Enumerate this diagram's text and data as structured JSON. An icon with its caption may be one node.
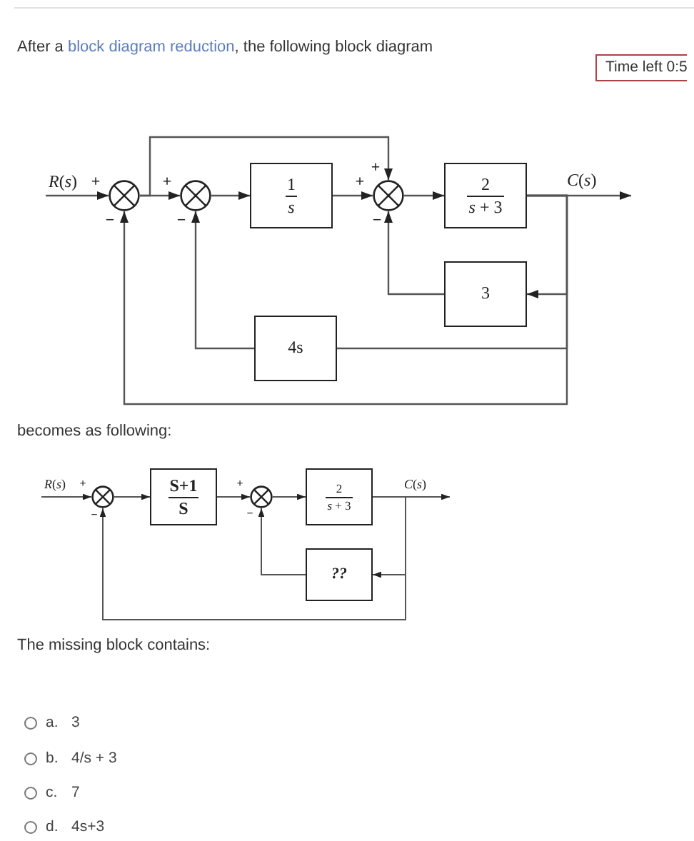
{
  "diagram": {
    "nodes": [
      {
        "text": [],
        "shape": "circle",
        "beside": [
          "+",
          "−"
        ]
      },
      {
        "text": [],
        "shape": "circle",
        "beside": [
          "+",
          "−"
        ]
      },
      {
        "text": [
          "1",
          "*s*"
        ]
      },
      {
        "text": [],
        "shape": "circle",
        "beside": [
          "+",
          "+",
          "−"
        ]
      },
      {
        "text": [
          "2",
          "*s* + 3"
        ]
      },
      {
        "text": [
          "3"
        ]
      },
      {
        "text": [
          "4s"
        ]
      },
      {
        "text": [],
        "shape": "circle",
        "beside": [
          "+",
          "−"
        ]
      },
      {
        "text": [
          "S+1",
          "S"
        ]
      },
      {
        "text": [],
        "shape": "circle",
        "beside": [
          "+",
          "−"
        ]
      },
      {
        "text": [
          "2",
          "*s* + 3"
        ]
      },
      {
        "text": [
          "??"
        ]
      }
    ],
    "edges": [
      {
        "from": null,
        "to": 0,
        "arrow": "to",
        "label": "*R*(*s*)"
      },
      {
        "from": 0,
        "to": 1,
        "arrow": "to"
      },
      {
        "from": 0,
        "to": 3,
        "arrow": "to"
      },
      {
        "from": 1,
        "to": 2,
        "arrow": "to"
      },
      {
        "from": 2,
        "to": 3,
        "arrow": "to"
      },
      {
        "from": 3,
        "to": 4,
        "arrow": "to"
      },
      {
        "from": 4,
        "to": null,
        "arrow": "to",
        "label": "*C*(*s*)"
      },
      {
        "from": 4,
        "to": 5,
        "arrow": "to"
      },
      {
        "from": 4,
        "to": 6,
        "arrow": "none"
      },
      {
        "from": 4,
        "to": 0,
        "arrow": "to"
      },
      {
        "from": 5,
        "to": 3,
        "arrow": "to"
      },
      {
        "from": 6,
        "to": 1,
        "arrow": "to"
      },
      {
        "from": null,
        "to": 7,
        "arrow": "to",
        "label": "*R*(*s*)"
      },
      {
        "from": 7,
        "to": 8,
        "arrow": "to"
      },
      {
        "from": 8,
        "to": 9,
        "arrow": "to"
      },
      {
        "from": 9,
        "to": 10,
        "arrow": "to"
      },
      {
        "from": 10,
        "to": null,
        "arrow": "to",
        "label": "*C*(*s*)"
      },
      {
        "from": 10,
        "to": 11,
        "arrow": "to"
      },
      {
        "from": 10,
        "to": 7,
        "arrow": "to"
      },
      {
        "from": 11,
        "to": 9,
        "arrow": "to"
      }
    ],
    "labels": [
      "After a",
      "block diagram reduction",
      ", the following block diagram",
      "Time left 0:5",
      "becomes as following:",
      "The missing block contains:",
      "a.",
      "3",
      "b.",
      "4/s + 3",
      "c.",
      "7",
      "d.",
      "4s+3"
    ]
  }
}
